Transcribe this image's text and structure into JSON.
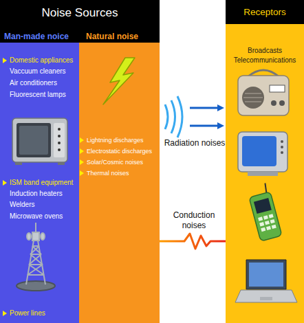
{
  "diagram": {
    "nodes": [
      {
        "text": [
          "Noise Sources"
        ]
      },
      {
        "text": [
          "Man-made noice",
          "Domestic appliances",
          "Vaccuum cleaners",
          "Air conditioners",
          "Fluorescent lamps",
          "ISM band equipment",
          "Induction heaters",
          "Welders",
          "Microwave ovens",
          "Power lines"
        ],
        "in": 0
      },
      {
        "text": [
          "Natural noise",
          "Lightning discharges",
          "Electrostatic discharges",
          "Solar/Cosmic noises",
          "Thermal noises"
        ],
        "in": 0
      },
      {
        "text": [
          "Receptors",
          "Broadcasts Telecommunications"
        ]
      }
    ],
    "edges": [
      {
        "from": 0,
        "to": 3,
        "label": "Radiation noises",
        "arrow": "to"
      },
      {
        "from": 0,
        "to": 3,
        "label": "Conduction noises",
        "arrow": "none"
      }
    ]
  }
}
